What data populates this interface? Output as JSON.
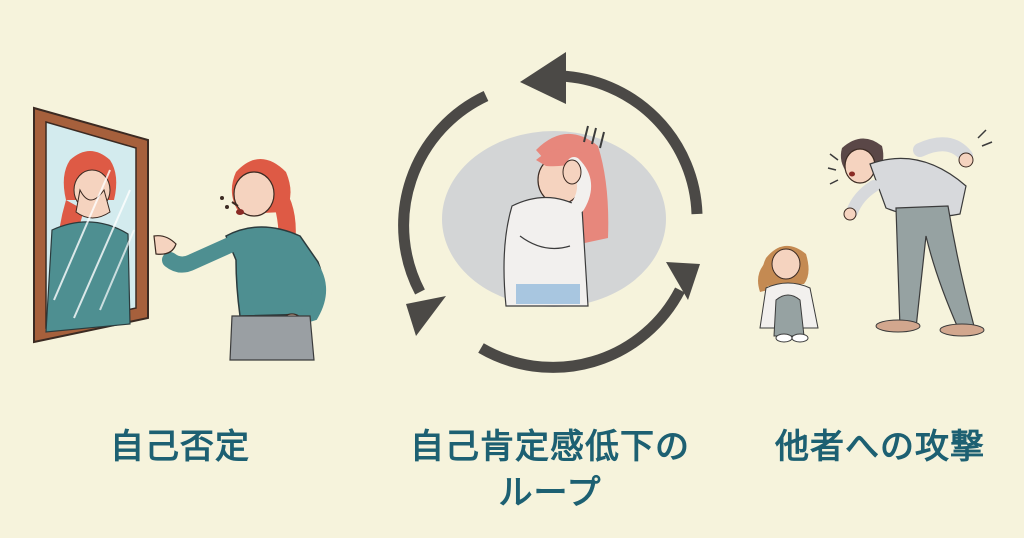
{
  "captions": {
    "left": "自己否定",
    "center_line1": "自己肯定感低下の",
    "center_line2": "ループ",
    "right": "他者への攻撃"
  },
  "colors": {
    "background": "#f6f3dc",
    "caption": "#1d6072",
    "arrow": "#4b4946",
    "hair": "#de5a45",
    "teal_top": "#4e8f91"
  }
}
